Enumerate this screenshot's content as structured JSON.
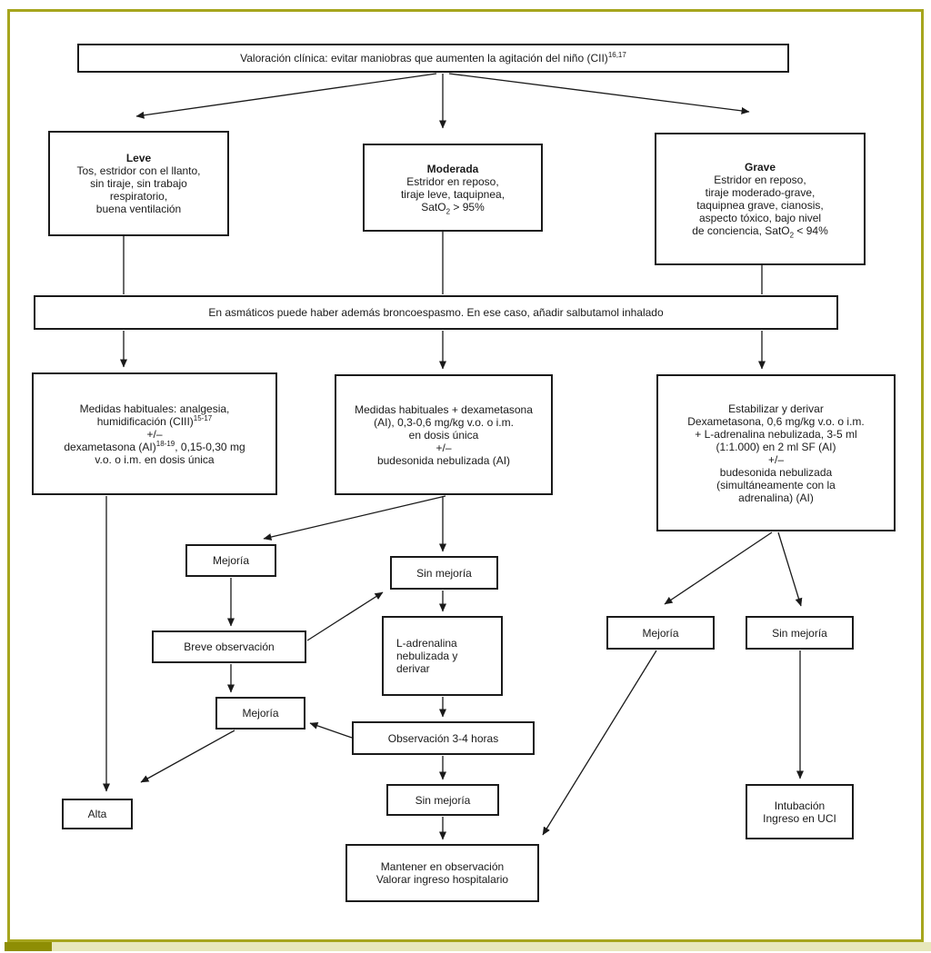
{
  "colors": {
    "frame_olive": "#a6a51d",
    "bar_dark_olive": "#8e8e04",
    "bar_pale_olive": "#e7e7bb",
    "line_black": "#1a1a1a"
  },
  "nodes": {
    "valoracion": {
      "text": "Valoración clínica: evitar maniobras que aumenten la agitación del niño (CII)",
      "sup": "16,17"
    },
    "leve": {
      "title": "Leve",
      "lines": [
        "Tos, estridor con el llanto,",
        "sin tiraje, sin trabajo",
        "respiratorio,",
        "buena ventilación"
      ]
    },
    "moderada": {
      "title": "Moderada",
      "lines": [
        "Estridor en reposo,",
        "tiraje leve, taquipnea,"
      ],
      "sat_pre": "SatO",
      "sat_sub": "2",
      "sat_post": " > 95%"
    },
    "grave": {
      "title": "Grave",
      "lines": [
        "Estridor en reposo,",
        "tiraje moderado-grave,",
        "taquipnea grave, cianosis,",
        "aspecto tóxico, bajo nivel"
      ],
      "sat_pre": "de conciencia, SatO",
      "sat_sub": "2",
      "sat_post": " < 94%"
    },
    "asmaticos": {
      "text": "En asmáticos puede haber además broncoespasmo. En ese caso, añadir salbutamol inhalado"
    },
    "tx_leve": {
      "l1": "Medidas habituales: analgesia,",
      "l2": "humidificación (CIII)",
      "l2_sup": "15-17",
      "l3": "+/–",
      "l4": "dexametasona (AI)",
      "l4_sup": "18-19",
      "l4b": ", 0,15-0,30 mg",
      "l5": "v.o. o i.m. en dosis única"
    },
    "tx_moderada": {
      "lines": [
        "Medidas habituales + dexametasona",
        "(AI), 0,3-0,6 mg/kg v.o. o i.m.",
        "en dosis única",
        "+/–",
        "budesonida nebulizada (AI)"
      ]
    },
    "tx_grave": {
      "lines": [
        "Estabilizar y derivar",
        "Dexametasona, 0,6 mg/kg v.o. o i.m.",
        "+ L-adrenalina nebulizada, 3-5 ml",
        "(1:1.000) en 2 ml SF (AI)",
        "+/–",
        "budesonida nebulizada",
        "(simultáneamente con la",
        "adrenalina) (AI)"
      ]
    },
    "mejoria_1": "Mejoría",
    "sin_mejoria_1": "Sin mejoría",
    "breve_observacion": "Breve observación",
    "l_adrenalina": {
      "lines": [
        "L-adrenalina",
        "nebulizada y",
        "derivar"
      ]
    },
    "mejoria_2": "Mejoría",
    "observacion_34": "Observación 3-4 horas",
    "sin_mejoria_2": "Sin mejoría",
    "mantener": {
      "lines": [
        "Mantener en observación",
        "Valorar ingreso hospitalario"
      ]
    },
    "alta": "Alta",
    "mejoria_3": "Mejoría",
    "sin_mejoria_3": "Sin mejoría",
    "intubacion": {
      "lines": [
        "Intubación",
        "Ingreso en UCI"
      ]
    }
  }
}
